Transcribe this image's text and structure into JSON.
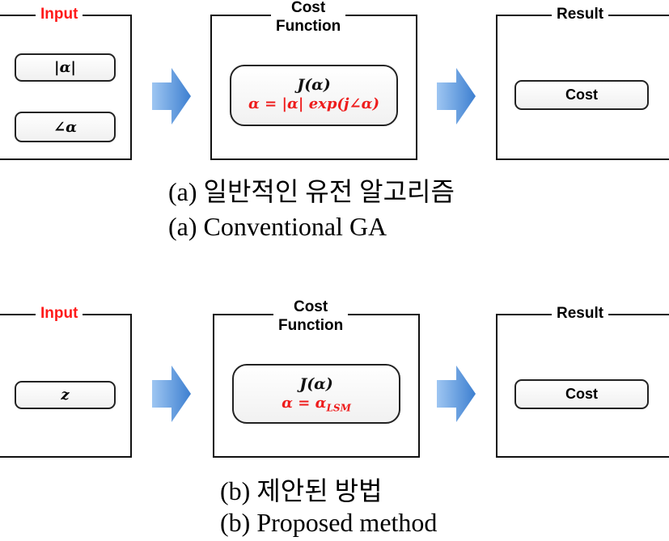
{
  "diagram_a": {
    "input_title": "Input",
    "input_items": [
      "|α|",
      "∠α"
    ],
    "cost_title": [
      "Cost",
      "Function"
    ],
    "cost_line1": "J(α)",
    "cost_line2": "α = |α|  exp(j∠α)",
    "result_title": "Result",
    "result_item": "Cost",
    "caption_kr": "(a) 일반적인 유전 알고리즘",
    "caption_en": "(a) Conventional GA"
  },
  "diagram_b": {
    "input_title": "Input",
    "input_item": "z",
    "cost_title": [
      "Cost",
      "Function"
    ],
    "cost_line1": "J(α)",
    "cost_line2_main": "α = α",
    "cost_line2_sub": "LSM",
    "result_title": "Result",
    "result_item": "Cost",
    "caption_kr": "(b) 제안된 방법",
    "caption_en": "(b) Proposed method"
  },
  "colors": {
    "accent_red": "#ee1c1c",
    "arrow_blue": "#4f8fd8"
  }
}
